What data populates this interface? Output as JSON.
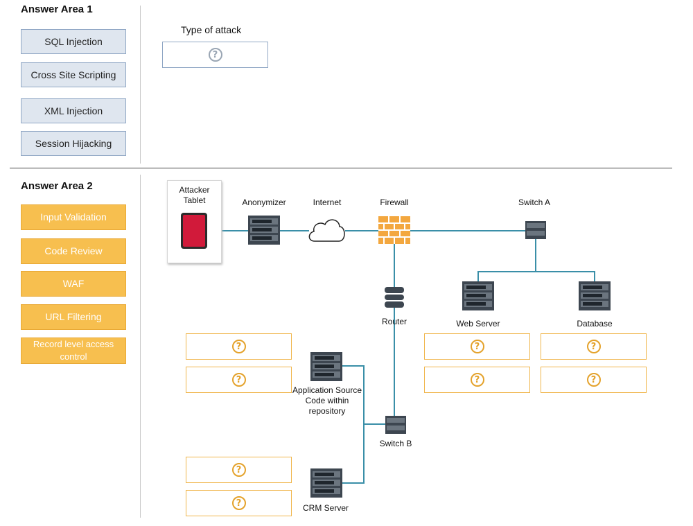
{
  "area1": {
    "title": "Answer Area 1",
    "options": [
      "SQL Injection",
      "Cross Site Scripting",
      "XML Injection",
      "Session Hijacking"
    ],
    "type_label": "Type of attack"
  },
  "area2": {
    "title": "Answer Area 2",
    "options": [
      "Input Validation",
      "Code Review",
      "WAF",
      "URL Filtering",
      "Record level access control"
    ]
  },
  "nodes": {
    "attacker": "Attacker Tablet",
    "anonymizer": "Anonymizer",
    "internet": "Internet",
    "firewall": "Firewall",
    "switch_a": "Switch A",
    "router": "Router",
    "web_server": "Web Server",
    "database": "Database",
    "app_source": "Application Source Code within repository",
    "switch_b": "Switch B",
    "crm_server": "CRM Server"
  },
  "placeholder": "?",
  "colors": {
    "accent_orange": "#f7bf4f",
    "accent_blue": "#dfe6ef",
    "link": "#3a8fa8"
  }
}
